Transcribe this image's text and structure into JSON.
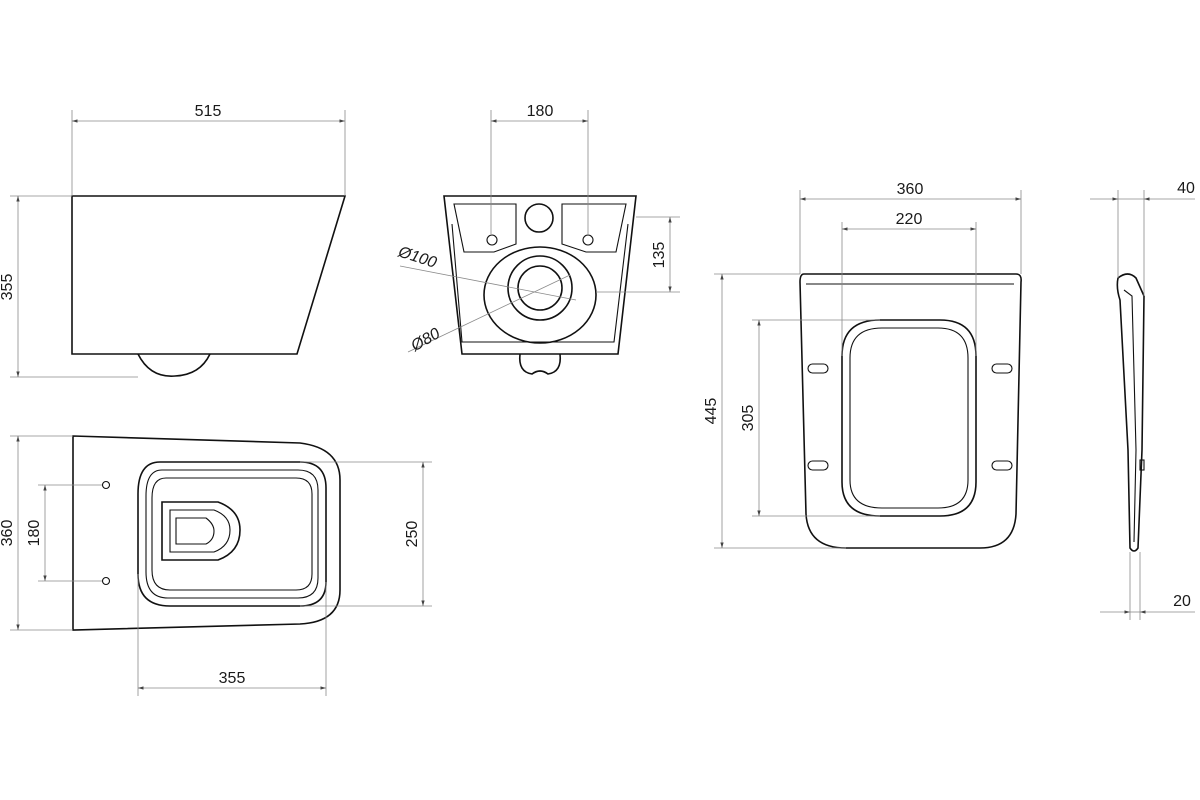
{
  "views": {
    "side": {
      "width": "515",
      "height": "355"
    },
    "rear": {
      "width": "180",
      "inlet_height": "135",
      "outer_diameter": "Ø100",
      "inner_diameter": "Ø80"
    },
    "top": {
      "width": "360",
      "holes_spacing": "180",
      "bowl_length": "355",
      "bowl_width": "250"
    },
    "seat": {
      "width": "360",
      "inner_width": "220",
      "length": "445",
      "inner_length": "305"
    },
    "seat_profile": {
      "thickness_top": "40",
      "thickness_bottom": "20"
    }
  },
  "colors": {
    "line": "#111111",
    "dimension_line": "#8a8a8a",
    "background": "#ffffff"
  }
}
